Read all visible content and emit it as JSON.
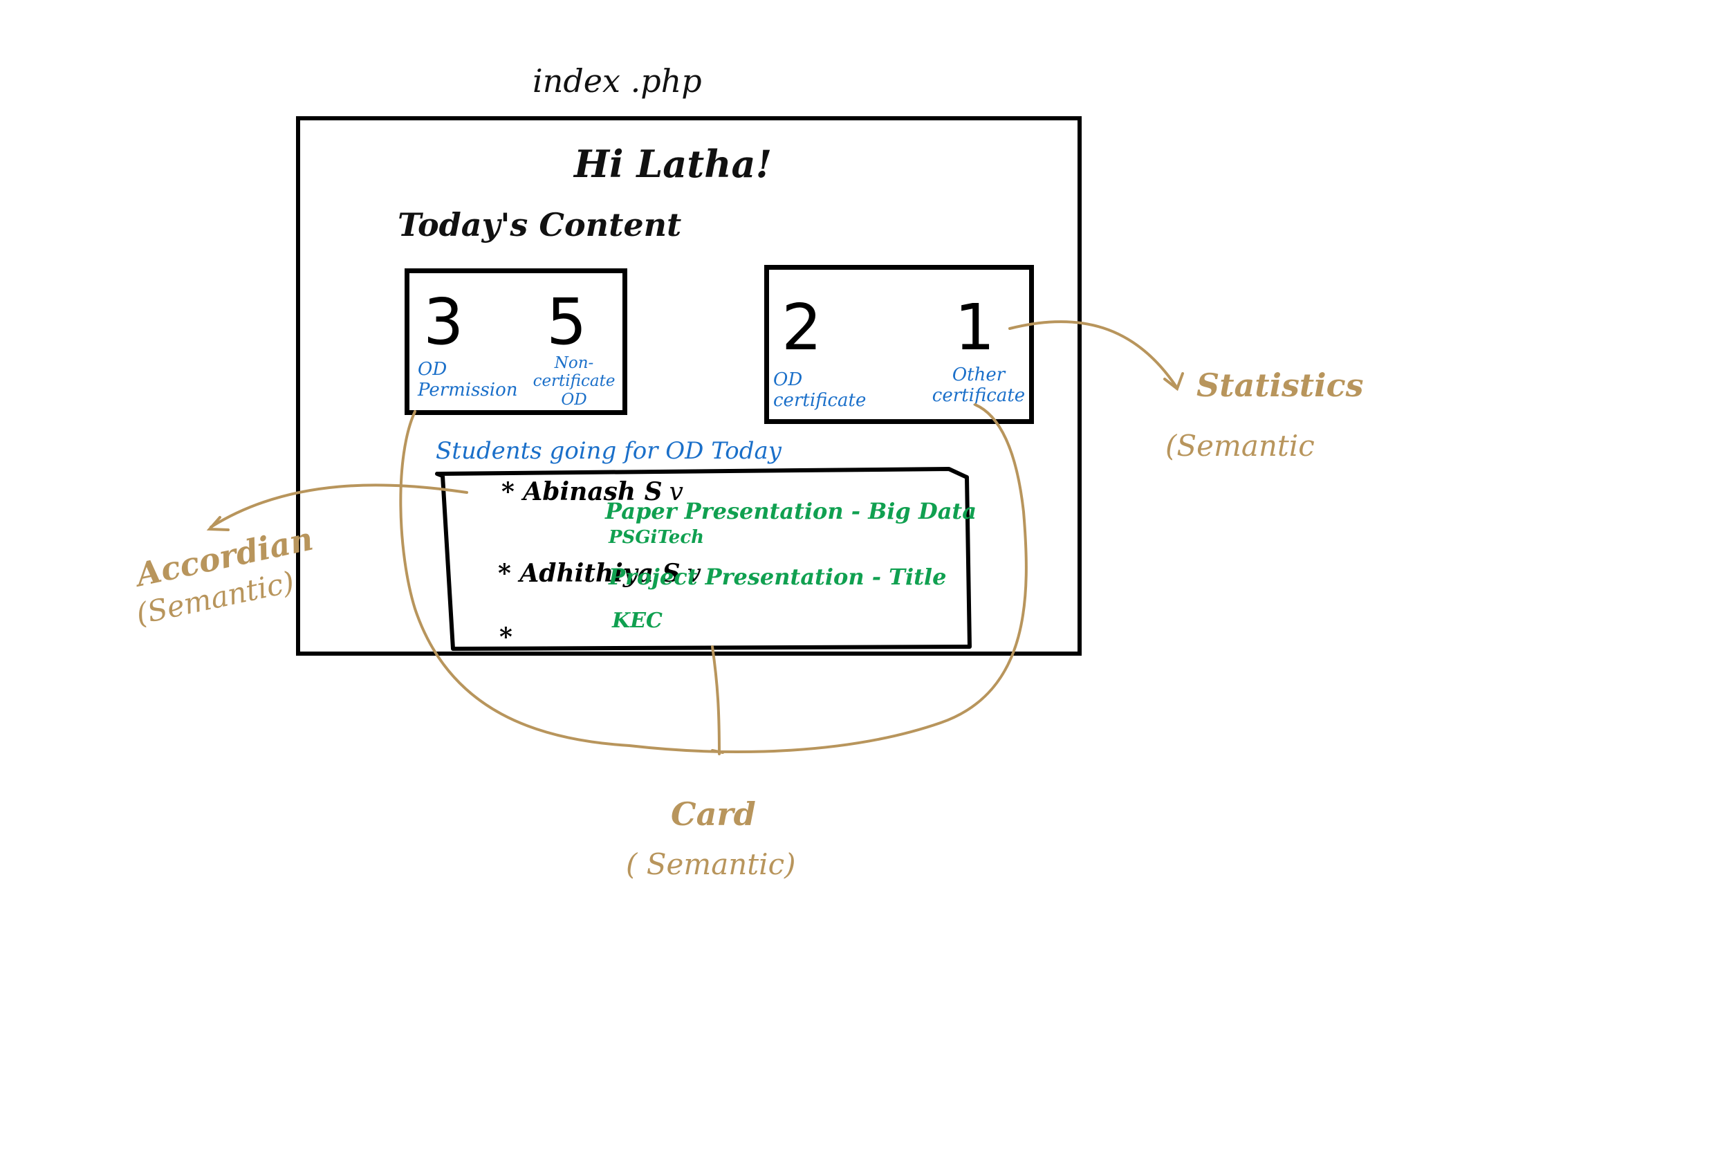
{
  "page": {
    "filename": "index .php"
  },
  "header": {
    "greeting": "Hi Latha!"
  },
  "content": {
    "section_title": "Today's Content",
    "stats": [
      {
        "value": "3",
        "label": "OD Permission"
      },
      {
        "value": "5",
        "label": "Non-certificate OD"
      },
      {
        "value": "2",
        "label": "OD certificate"
      },
      {
        "value": "1",
        "label": "Other certificate"
      }
    ],
    "students_heading": "Students going for OD Today",
    "students": [
      {
        "name": "* Abinash S",
        "toggle": "v",
        "detail_lines": [
          "Paper Presentation - Big Data",
          "PSGiTech"
        ]
      },
      {
        "name": "* Adhithiya S",
        "toggle": "v",
        "detail_lines": [
          "Project Presentation - Title",
          "KEC"
        ]
      },
      {
        "name": "*"
      }
    ]
  },
  "annotations": {
    "statistics": {
      "title": "Statistics",
      "sub": "(Semantic"
    },
    "accordion": {
      "title": "Accordian",
      "sub": "(Semantic)"
    },
    "card": {
      "title": "Card",
      "sub": "( Semantic)"
    }
  },
  "colors": {
    "ink": "#000000",
    "label_blue": "#1a6fc9",
    "detail_green": "#10a050",
    "annotation_gold": "#b8955c"
  }
}
